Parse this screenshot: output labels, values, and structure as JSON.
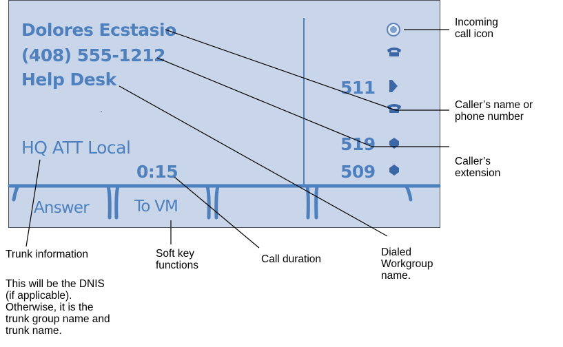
{
  "display": {
    "caller_name": "Dolores Ecstasio",
    "caller_number": "(408) 555-1212",
    "workgroup": "Help Desk",
    "trunk": "HQ ATT Local",
    "duration": "0:15",
    "extensions": [
      "511",
      "519",
      "509"
    ],
    "softkeys": [
      "Answer",
      "To VM"
    ]
  },
  "callouts": {
    "incoming_call_icon": "Incoming\ncall icon",
    "caller_name_or_number": "Caller’s name or\nphone number",
    "caller_extension": "Caller’s\nextension",
    "trunk_information": "Trunk information",
    "soft_key_functions": "Soft key\nfunctions",
    "call_duration": "Call duration",
    "dialed_workgroup": "Dialed\nWorkgroup\nname.",
    "dnis_note": "This will be the DNIS\n(if applicable).\nOtherwise, it is the\ntrunk group name and\ntrunk name."
  },
  "colors": {
    "screen_bg": "#c9d6ea",
    "display_text": "#4f80be",
    "icon": "#3c67a6"
  }
}
